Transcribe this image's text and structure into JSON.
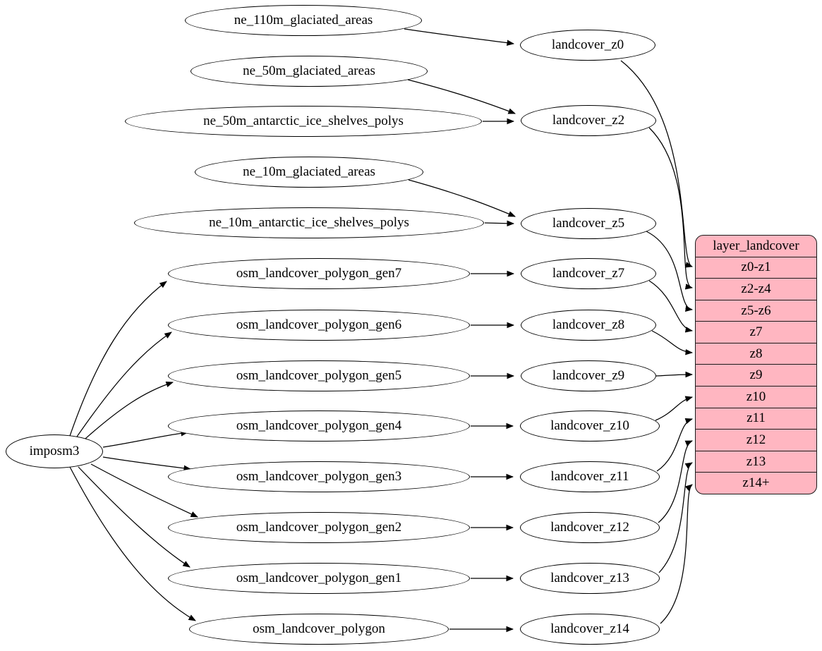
{
  "diagram": {
    "type": "graphviz-dependency-diagram",
    "background_color": "#ffffff",
    "node_fill": "#ffffff",
    "node_stroke": "#000000",
    "edge_color": "#000000",
    "record_fill": "#ffb6c1"
  },
  "nodes": [
    {
      "id": "imposm3",
      "label": "imposm3"
    },
    {
      "id": "ne_110m_glaciated_areas",
      "label": "ne_110m_glaciated_areas"
    },
    {
      "id": "ne_50m_glaciated_areas",
      "label": "ne_50m_glaciated_areas"
    },
    {
      "id": "ne_50m_antarctic_ice_shelves_polys",
      "label": "ne_50m_antarctic_ice_shelves_polys"
    },
    {
      "id": "ne_10m_glaciated_areas",
      "label": "ne_10m_glaciated_areas"
    },
    {
      "id": "ne_10m_antarctic_ice_shelves_polys",
      "label": "ne_10m_antarctic_ice_shelves_polys"
    },
    {
      "id": "osm_landcover_polygon_gen7",
      "label": "osm_landcover_polygon_gen7"
    },
    {
      "id": "osm_landcover_polygon_gen6",
      "label": "osm_landcover_polygon_gen6"
    },
    {
      "id": "osm_landcover_polygon_gen5",
      "label": "osm_landcover_polygon_gen5"
    },
    {
      "id": "osm_landcover_polygon_gen4",
      "label": "osm_landcover_polygon_gen4"
    },
    {
      "id": "osm_landcover_polygon_gen3",
      "label": "osm_landcover_polygon_gen3"
    },
    {
      "id": "osm_landcover_polygon_gen2",
      "label": "osm_landcover_polygon_gen2"
    },
    {
      "id": "osm_landcover_polygon_gen1",
      "label": "osm_landcover_polygon_gen1"
    },
    {
      "id": "osm_landcover_polygon",
      "label": "osm_landcover_polygon"
    },
    {
      "id": "landcover_z0",
      "label": "landcover_z0"
    },
    {
      "id": "landcover_z2",
      "label": "landcover_z2"
    },
    {
      "id": "landcover_z5",
      "label": "landcover_z5"
    },
    {
      "id": "landcover_z7",
      "label": "landcover_z7"
    },
    {
      "id": "landcover_z8",
      "label": "landcover_z8"
    },
    {
      "id": "landcover_z9",
      "label": "landcover_z9"
    },
    {
      "id": "landcover_z10",
      "label": "landcover_z10"
    },
    {
      "id": "landcover_z11",
      "label": "landcover_z11"
    },
    {
      "id": "landcover_z12",
      "label": "landcover_z12"
    },
    {
      "id": "landcover_z13",
      "label": "landcover_z13"
    },
    {
      "id": "landcover_z14",
      "label": "landcover_z14"
    }
  ],
  "record": {
    "title": "layer_landcover",
    "rows": [
      "z0-z1",
      "z2-z4",
      "z5-z6",
      "z7",
      "z8",
      "z9",
      "z10",
      "z11",
      "z12",
      "z13",
      "z14+"
    ]
  },
  "edges": [
    {
      "from": "ne_110m_glaciated_areas",
      "to": "landcover_z0"
    },
    {
      "from": "ne_50m_glaciated_areas",
      "to": "landcover_z2"
    },
    {
      "from": "ne_50m_antarctic_ice_shelves_polys",
      "to": "landcover_z2"
    },
    {
      "from": "ne_10m_glaciated_areas",
      "to": "landcover_z5"
    },
    {
      "from": "ne_10m_antarctic_ice_shelves_polys",
      "to": "landcover_z5"
    },
    {
      "from": "imposm3",
      "to": "osm_landcover_polygon_gen7"
    },
    {
      "from": "imposm3",
      "to": "osm_landcover_polygon_gen6"
    },
    {
      "from": "imposm3",
      "to": "osm_landcover_polygon_gen5"
    },
    {
      "from": "imposm3",
      "to": "osm_landcover_polygon_gen4"
    },
    {
      "from": "imposm3",
      "to": "osm_landcover_polygon_gen3"
    },
    {
      "from": "imposm3",
      "to": "osm_landcover_polygon_gen2"
    },
    {
      "from": "imposm3",
      "to": "osm_landcover_polygon_gen1"
    },
    {
      "from": "imposm3",
      "to": "osm_landcover_polygon"
    },
    {
      "from": "osm_landcover_polygon_gen7",
      "to": "landcover_z7"
    },
    {
      "from": "osm_landcover_polygon_gen6",
      "to": "landcover_z8"
    },
    {
      "from": "osm_landcover_polygon_gen5",
      "to": "landcover_z9"
    },
    {
      "from": "osm_landcover_polygon_gen4",
      "to": "landcover_z10"
    },
    {
      "from": "osm_landcover_polygon_gen3",
      "to": "landcover_z11"
    },
    {
      "from": "osm_landcover_polygon_gen2",
      "to": "landcover_z12"
    },
    {
      "from": "osm_landcover_polygon_gen1",
      "to": "landcover_z13"
    },
    {
      "from": "osm_landcover_polygon",
      "to": "landcover_z14"
    },
    {
      "from": "landcover_z0",
      "to": "layer_landcover.z0-z1"
    },
    {
      "from": "landcover_z2",
      "to": "layer_landcover.z2-z4"
    },
    {
      "from": "landcover_z5",
      "to": "layer_landcover.z5-z6"
    },
    {
      "from": "landcover_z7",
      "to": "layer_landcover.z7"
    },
    {
      "from": "landcover_z8",
      "to": "layer_landcover.z8"
    },
    {
      "from": "landcover_z9",
      "to": "layer_landcover.z9"
    },
    {
      "from": "landcover_z10",
      "to": "layer_landcover.z10"
    },
    {
      "from": "landcover_z11",
      "to": "layer_landcover.z11"
    },
    {
      "from": "landcover_z12",
      "to": "layer_landcover.z12"
    },
    {
      "from": "landcover_z13",
      "to": "layer_landcover.z13"
    },
    {
      "from": "landcover_z14",
      "to": "layer_landcover.z14+"
    }
  ]
}
